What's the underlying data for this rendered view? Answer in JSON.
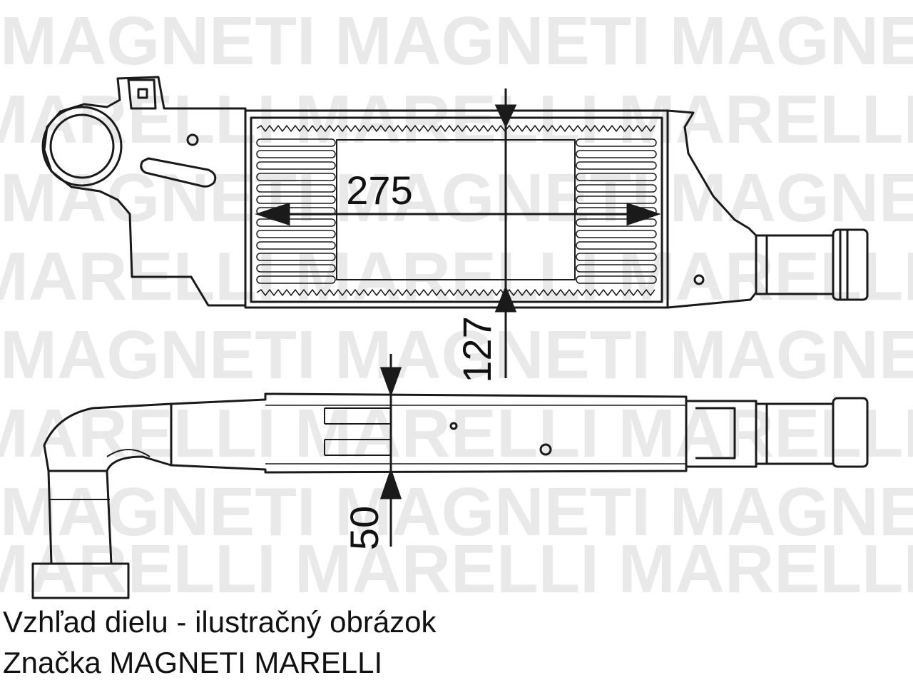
{
  "diagram": {
    "watermark_text": "MAGNETI MARELLI",
    "dimensions": {
      "width": "275",
      "height": "127",
      "depth": "50"
    }
  },
  "caption": {
    "line1": "Vzhľad dielu - ilustračný obrázok",
    "line2": "Značka MAGNETI MARELLI"
  },
  "colors": {
    "line": "#1a1a1a",
    "watermark": "#e9e9e9",
    "background": "#ffffff"
  }
}
